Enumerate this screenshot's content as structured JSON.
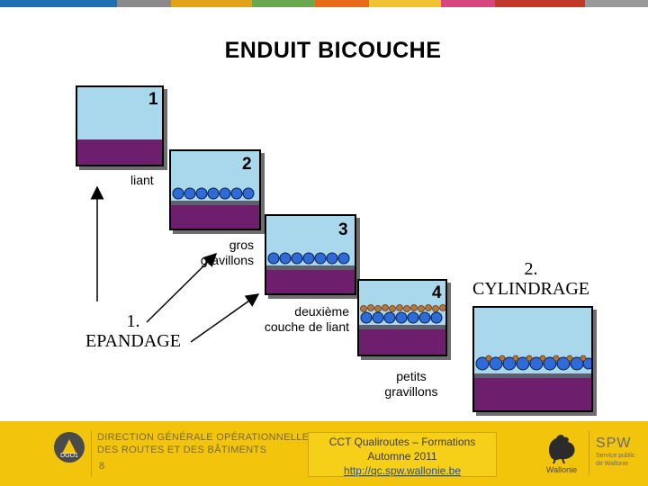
{
  "title": "ENDUIT BICOUCHE",
  "steps": [
    {
      "number": "1"
    },
    {
      "number": "2"
    },
    {
      "number": "3"
    },
    {
      "number": "4"
    }
  ],
  "labels": {
    "liant": "liant",
    "gros_line1": "gros",
    "gros_line2": "gravillons",
    "deuxieme_line1": "deuxième",
    "deuxieme_line2": "couche de liant",
    "petits_line1": "petits",
    "petits_line2": "gravillons"
  },
  "operations": {
    "epandage_num": "1.",
    "epandage": "EPANDAGE",
    "cylindrage_num": "2.",
    "cylindrage": "CYLINDRAGE"
  },
  "footer": {
    "line1": "DIRECTION GÉNÉRALE OPÉRATIONNELLE",
    "line2": "DES ROUTES ET DES BÂTIMENTS",
    "page": "8",
    "cct_line1": "CCT Qualiroutes – Formations",
    "cct_line2": "Automne 2011",
    "cct_link": "http://qc.spw.wallonie.be",
    "wallonie": "Wallonie",
    "spw": "SPW",
    "spw_sub1": "Service public",
    "spw_sub2": "de Wallonie",
    "dgo": "DGO1"
  },
  "colors": {
    "sky": "#a9d8ec",
    "binder": "#6d1f6d",
    "big_aggregate": "#2f6bd6",
    "small_aggregate": "#b8753a",
    "footer": "#f2c40c"
  }
}
